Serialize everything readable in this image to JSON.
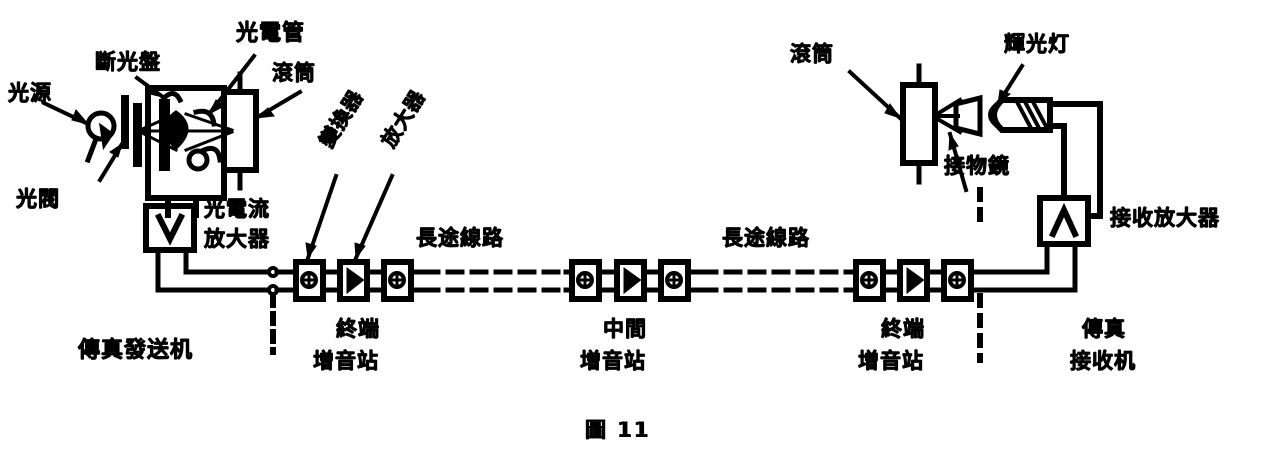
{
  "figure": {
    "caption": "圖 11",
    "caption_number": "11",
    "title_char": "圖"
  },
  "labels": {
    "light_source": "光源",
    "chopper_disk": "斷光盤",
    "photocell": "光電管",
    "drum_left": "滾筒",
    "light_valve": "光閥",
    "photocurrent_amp_line1": "光電流",
    "photocurrent_amp_line2": "放大器",
    "fax_transmitter": "傳真發送机",
    "converter_rot": "變換器",
    "amplifier_rot": "放大器",
    "terminal_station_left_line1": "終端",
    "terminal_station_left_line2": "增音站",
    "long_line_left": "長途線路",
    "mid_station_line1": "中間",
    "mid_station_line2": "增音站",
    "long_line_right": "長途線路",
    "terminal_station_right_line1": "終端",
    "terminal_station_right_line2": "增音站",
    "drum_right": "滾筒",
    "glow_lamp": "輝光灯",
    "objective_lens": "接物鏡",
    "receiving_amp": "接收放大器",
    "fax_receiver_line1": "傳真",
    "fax_receiver_line2": "接收机"
  },
  "symbols": {
    "amp_v_left": "V",
    "amp_a_right": "A",
    "converter_glyph": "⊕",
    "amplifier_glyph": "▷"
  },
  "stations": {
    "left_terminal": [
      "converter",
      "amplifier",
      "converter"
    ],
    "middle": [
      "converter",
      "amplifier",
      "converter"
    ],
    "right_terminal": [
      "converter",
      "amplifier",
      "converter"
    ]
  },
  "colors": {
    "ink": "#000000",
    "paper": "#ffffff"
  }
}
